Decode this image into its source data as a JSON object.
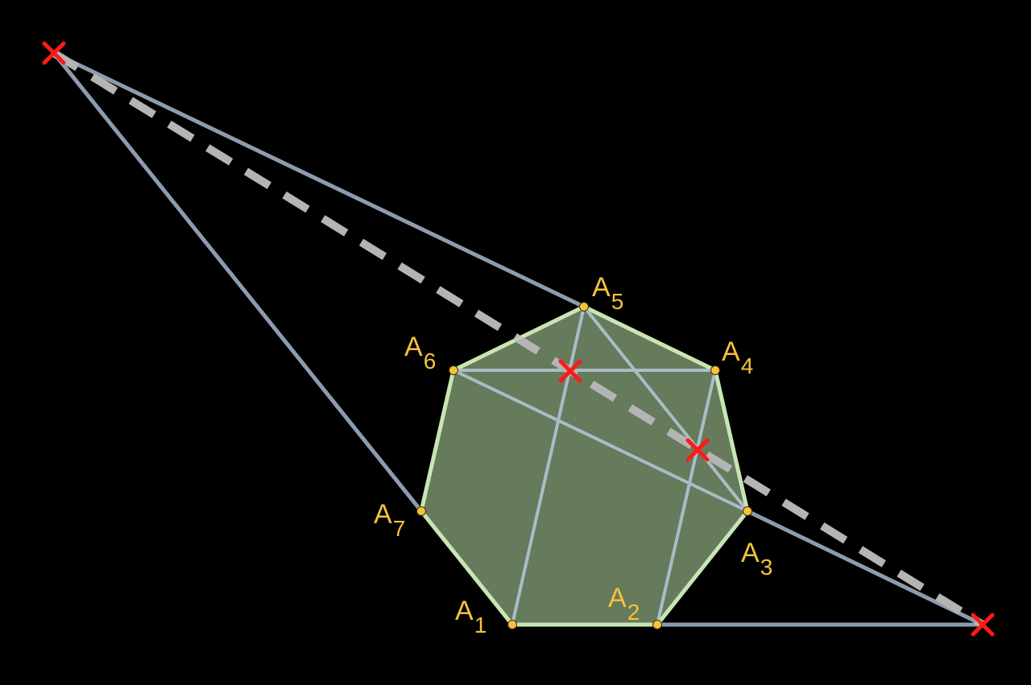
{
  "colors": {
    "background": "#000000",
    "polygon_fill": "#667a5c",
    "polygon_edge": "#c8e6b4",
    "line": "#8c9cae",
    "inner_line": "#a9bdc6",
    "dashed_line": "#b4b4b4",
    "vertex_dot": "#f5c33b",
    "vertex_label": "#f5c33b",
    "cross_mark": "#ff1a1a"
  },
  "vertices": [
    {
      "id": "A1",
      "letter": "A",
      "index": "1"
    },
    {
      "id": "A2",
      "letter": "A",
      "index": "2"
    },
    {
      "id": "A3",
      "letter": "A",
      "index": "3"
    },
    {
      "id": "A4",
      "letter": "A",
      "index": "4"
    },
    {
      "id": "A5",
      "letter": "A",
      "index": "5"
    },
    {
      "id": "A6",
      "letter": "A",
      "index": "6"
    },
    {
      "id": "A7",
      "letter": "A",
      "index": "7"
    }
  ]
}
